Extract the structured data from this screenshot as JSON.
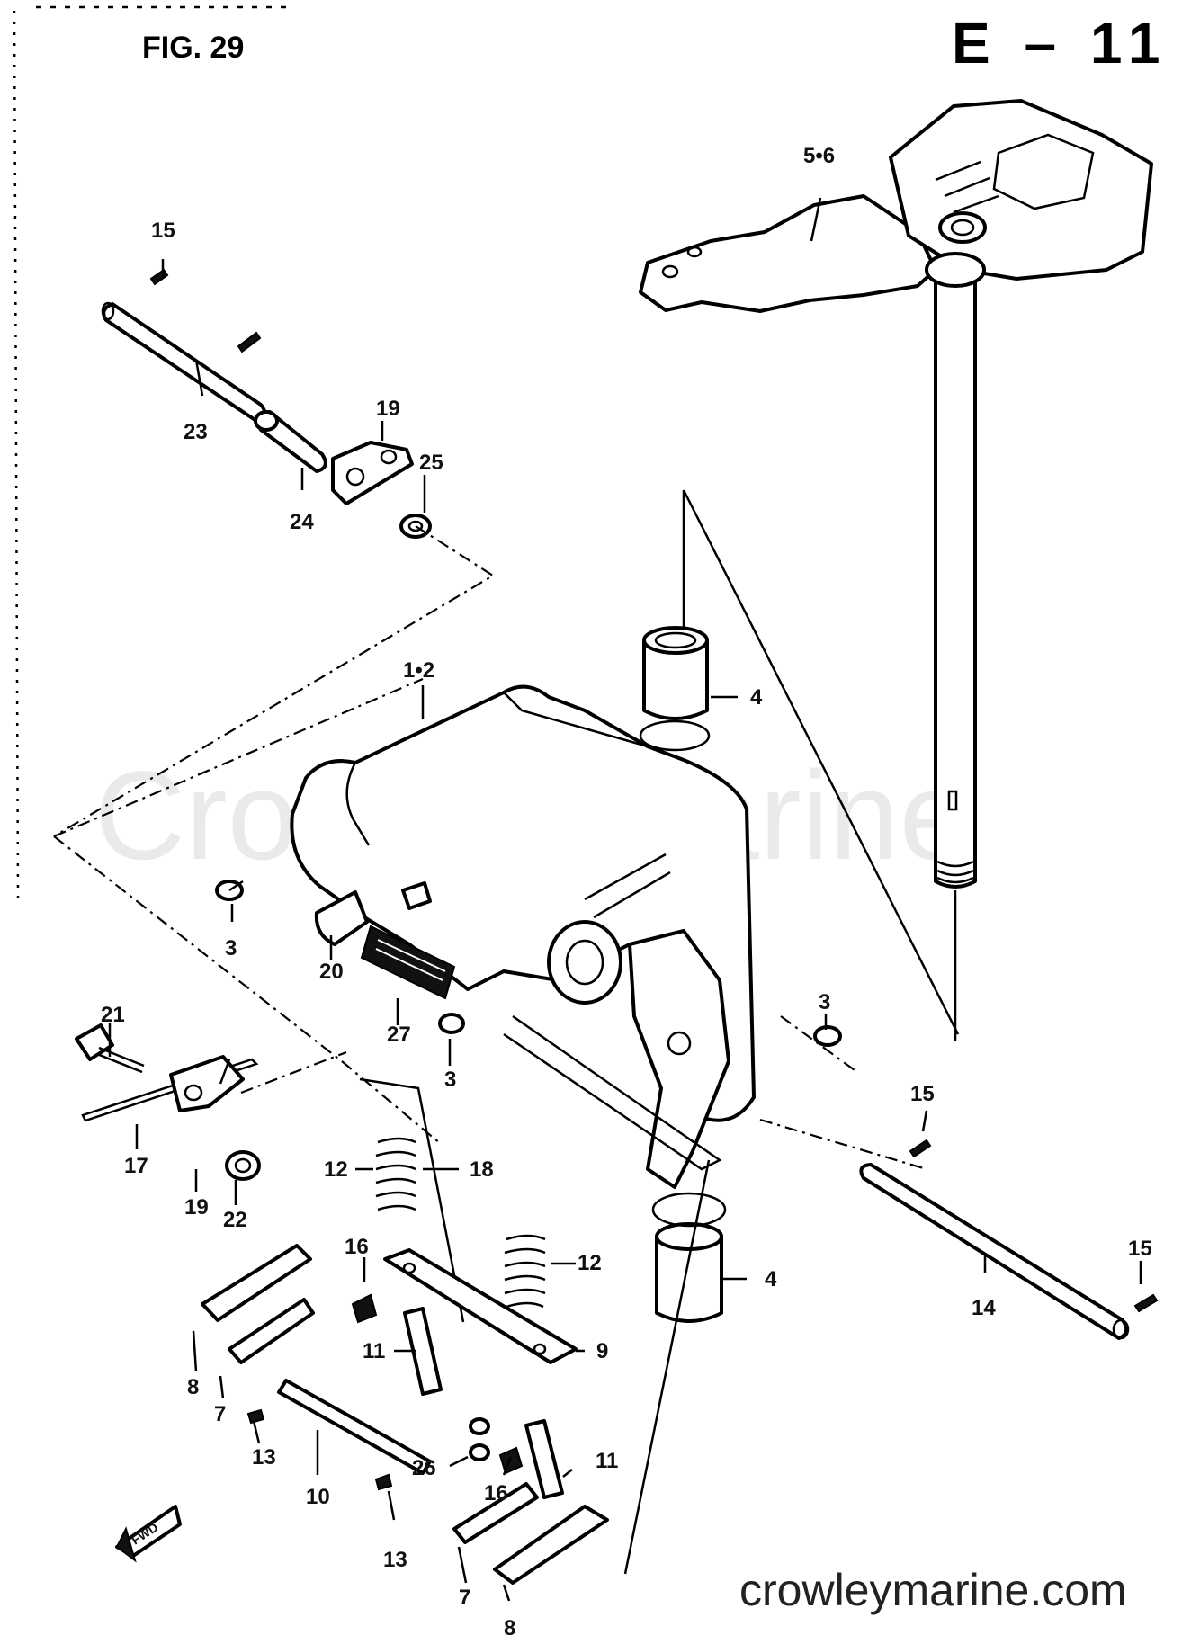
{
  "figure_label": "FIG. 29",
  "section_code": "E – 11",
  "watermark": "Crowley Marine",
  "website": "crowleymarine.com",
  "fwd_arrow": "FWD",
  "callouts": [
    {
      "id": "c-5-6",
      "text": "5•6"
    },
    {
      "id": "c-15a",
      "text": "15"
    },
    {
      "id": "c-23",
      "text": "23"
    },
    {
      "id": "c-19a",
      "text": "19"
    },
    {
      "id": "c-25",
      "text": "25"
    },
    {
      "id": "c-24",
      "text": "24"
    },
    {
      "id": "c-1-2",
      "text": "1•2"
    },
    {
      "id": "c-4a",
      "text": "4"
    },
    {
      "id": "c-3a",
      "text": "3"
    },
    {
      "id": "c-20",
      "text": "20"
    },
    {
      "id": "c-27",
      "text": "27"
    },
    {
      "id": "c-3b",
      "text": "3"
    },
    {
      "id": "c-3c",
      "text": "3"
    },
    {
      "id": "c-21",
      "text": "21"
    },
    {
      "id": "c-17",
      "text": "17"
    },
    {
      "id": "c-19b",
      "text": "19"
    },
    {
      "id": "c-22",
      "text": "22"
    },
    {
      "id": "c-12a",
      "text": "12"
    },
    {
      "id": "c-18",
      "text": "18"
    },
    {
      "id": "c-16a",
      "text": "16"
    },
    {
      "id": "c-12b",
      "text": "12"
    },
    {
      "id": "c-4b",
      "text": "4"
    },
    {
      "id": "c-15b",
      "text": "15"
    },
    {
      "id": "c-15c",
      "text": "15"
    },
    {
      "id": "c-14",
      "text": "14"
    },
    {
      "id": "c-8a",
      "text": "8"
    },
    {
      "id": "c-7a",
      "text": "7"
    },
    {
      "id": "c-11a",
      "text": "11"
    },
    {
      "id": "c-9",
      "text": "9"
    },
    {
      "id": "c-13a",
      "text": "13"
    },
    {
      "id": "c-26",
      "text": "26"
    },
    {
      "id": "c-16b",
      "text": "16"
    },
    {
      "id": "c-11b",
      "text": "11"
    },
    {
      "id": "c-10",
      "text": "10"
    },
    {
      "id": "c-13b",
      "text": "13"
    },
    {
      "id": "c-7b",
      "text": "7"
    },
    {
      "id": "c-8b",
      "text": "8"
    }
  ]
}
